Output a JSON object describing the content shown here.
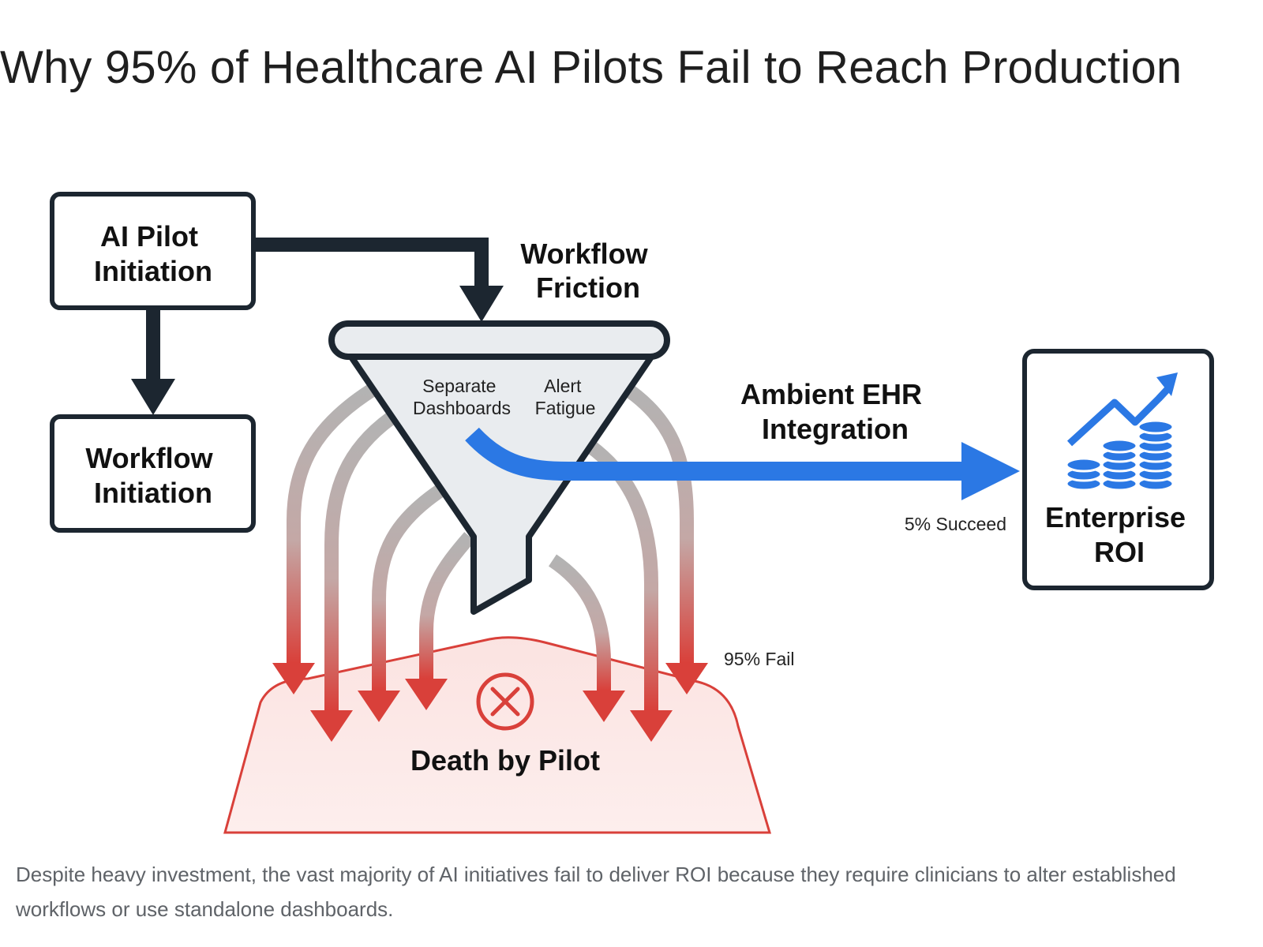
{
  "title": "Why 95% of Healthcare AI Pilots Fail to Reach Production",
  "diagram": {
    "ai_pilot": [
      "AI Pilot",
      "Initiation"
    ],
    "workflow_initiation": [
      "Workflow",
      "Initiation"
    ],
    "workflow_friction": [
      "Workflow",
      "Friction"
    ],
    "funnel_left": [
      "Separate",
      "Dashboards"
    ],
    "funnel_right": [
      "Alert",
      "Fatigue"
    ],
    "ambient": [
      "Ambient EHR",
      "Integration"
    ],
    "enterprise": [
      "Enterprise",
      "ROI"
    ],
    "succeed": "5% Succeed",
    "fail": "95% Fail",
    "death": "Death by Pilot"
  },
  "colors": {
    "ink": "#1c2630",
    "blue": "#2b78e4",
    "red": "#d9403a",
    "gray": "#b3b3b3",
    "funnel_fill": "#e9ecef",
    "death_fill": "#fbe3e1"
  },
  "icons": {
    "enterprise": "growth-chart-coins-icon",
    "death": "circle-x-icon"
  },
  "caption": "Despite heavy investment, the vast majority of AI initiatives fail to deliver ROI because they require clinicians to alter established workflows or use standalone dashboards."
}
